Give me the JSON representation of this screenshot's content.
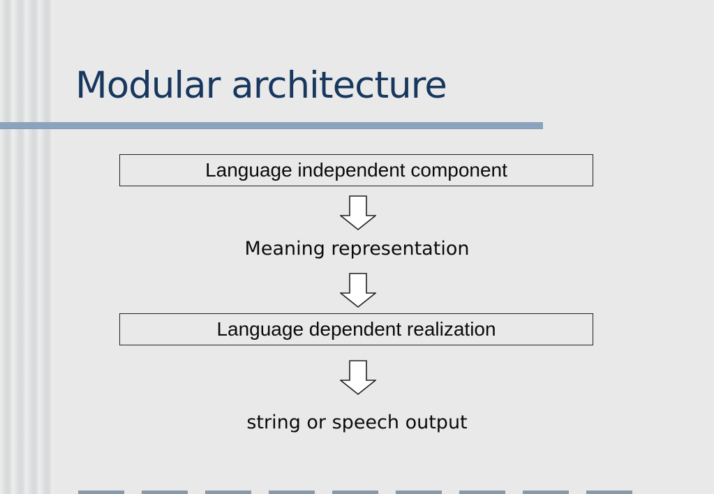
{
  "slide": {
    "title": "Modular architecture",
    "flow": {
      "nodes": [
        {
          "type": "box",
          "label": "Language independent component"
        },
        {
          "type": "arrow",
          "icon": "block-down-arrow"
        },
        {
          "type": "text",
          "label": "Meaning representation"
        },
        {
          "type": "arrow",
          "icon": "block-down-arrow"
        },
        {
          "type": "box",
          "label": "Language dependent realization"
        },
        {
          "type": "arrow",
          "icon": "block-down-arrow"
        },
        {
          "type": "text",
          "label": "string or speech output"
        }
      ]
    },
    "colors": {
      "background": "#e9e9e9",
      "title_text": "#17375e",
      "title_rule": "#8ca3bd",
      "box_border": "#1f1f1f",
      "body_text": "#0a0a0a",
      "arrow_fill": "#ffffff",
      "arrow_outline": "#1f1f1f"
    }
  }
}
